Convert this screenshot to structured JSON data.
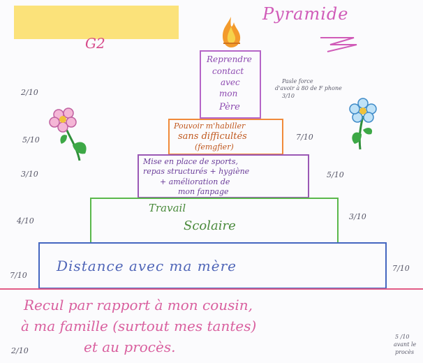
{
  "header": {
    "title": "Pyramide",
    "group": "G2"
  },
  "pyramid": {
    "level1": [
      "Reprendre",
      "contact",
      "avec",
      "mon",
      "Père"
    ],
    "level2": [
      "Pouvoir m'habiller",
      "sans difficultés",
      "(femgfier)"
    ],
    "level3": [
      "Mise en place de sports,",
      "repas structurés + hygiène",
      "+ amélioration de",
      "mon fanpage"
    ],
    "level4": [
      "Travail",
      "Scolaire"
    ],
    "level5": [
      "Distance avec ma mère"
    ],
    "level6": [
      "Recul par rapport à mon cousin,",
      "à ma famille (surtout mes tantes)",
      "et au procès."
    ]
  },
  "left_scores": [
    "2/10",
    "5/10",
    "3/10",
    "4/10",
    "7/10",
    "2/10"
  ],
  "right_scores": [
    "7/10",
    "5/10",
    "3/10",
    "7/10"
  ],
  "notes": {
    "top_right": [
      "Pasle force",
      "d'avoir à 80 de F phone",
      "3/10"
    ],
    "bottom_right": [
      "5 /10",
      "avant le",
      "procès"
    ]
  },
  "colors": {
    "level1": "#b565c7",
    "level2": "#f08a3a",
    "level3": "#9a58b5",
    "level4": "#5ab84b",
    "level5": "#4466c0",
    "level6": "#e15b86"
  },
  "icons": [
    "flame-icon",
    "pink-flower-icon",
    "blue-flower-icon",
    "squiggle-icon"
  ]
}
